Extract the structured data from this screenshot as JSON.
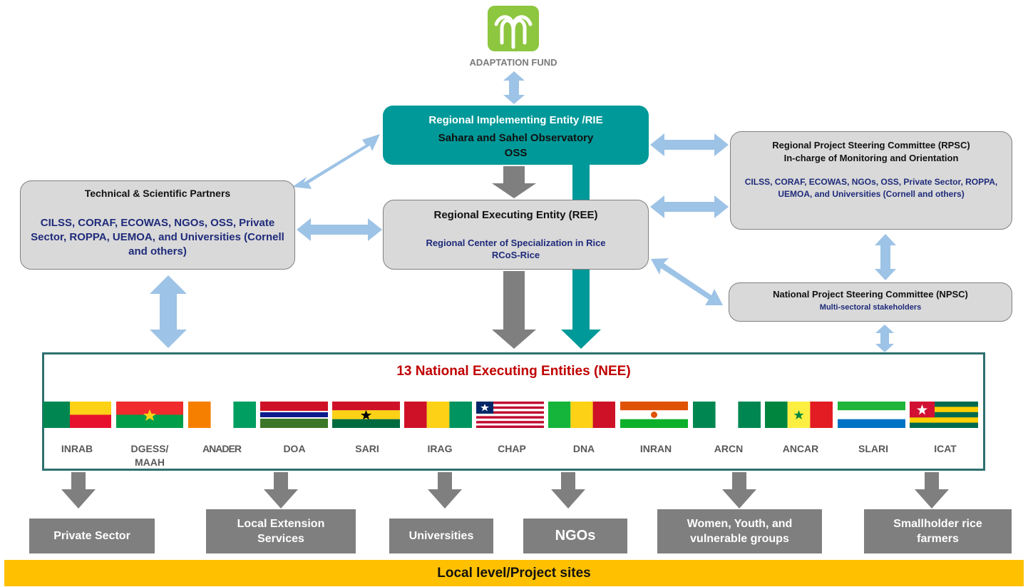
{
  "logo": {
    "caption": "ADAPTATION FUND",
    "icon": "sprout-icon",
    "color": "#8dc63f"
  },
  "rie": {
    "title": "Regional Implementing Entity /RIE",
    "line2": "Sahara and Sahel Observatory",
    "line3": "OSS"
  },
  "partners": {
    "title": "Technical & Scientific Partners",
    "members": "CILSS, CORAF, ECOWAS, NGOs, OSS, Private Sector, ROPPA, UEMOA, and Universities (Cornell and others)"
  },
  "ree": {
    "title": "Regional Executing Entity (REE)",
    "line2": "Regional Center of Specialization in Rice",
    "line3": "RCoS-Rice"
  },
  "rpsc": {
    "title": "Regional Project Steering Committee (RPSC)",
    "subtitle": "In-charge of Monitoring and Orientation",
    "members": "CILSS, CORAF, ECOWAS, NGOs, OSS, Private Sector, ROPPA, UEMOA, and Universities (Cornell and others)"
  },
  "npsc": {
    "title": "National Project Steering Committee (NPSC)",
    "subtitle": "Multi-sectoral stakeholders"
  },
  "nee": {
    "title": "13 National Executing Entities (NEE)",
    "entities": [
      {
        "label": "INRAB",
        "flag": "Benin"
      },
      {
        "label": "DGESS/\nMAAH",
        "flag": "Burkina Faso"
      },
      {
        "label": "ANADER",
        "flag": "Côte d'Ivoire"
      },
      {
        "label": "DOA",
        "flag": "The Gambia"
      },
      {
        "label": "SARI",
        "flag": "Ghana"
      },
      {
        "label": "IRAG",
        "flag": "Guinea"
      },
      {
        "label": "CHAP",
        "flag": "Liberia"
      },
      {
        "label": "DNA",
        "flag": "Mali"
      },
      {
        "label": "INRAN",
        "flag": "Niger"
      },
      {
        "label": "ARCN",
        "flag": "Nigeria"
      },
      {
        "label": "ANCAR",
        "flag": "Senegal"
      },
      {
        "label": "SLARI",
        "flag": "Sierra Leone"
      },
      {
        "label": "ICAT",
        "flag": "Togo"
      }
    ]
  },
  "beneficiaries": [
    "Private Sector",
    "Local Extension Services",
    "Universities",
    "NGOs",
    "Women, Youth, and vulnerable groups",
    "Smallholder rice farmers"
  ],
  "ground": "Local level/Project sites",
  "colors": {
    "rie_fill": "#009999",
    "box_fill": "#d9d9d9",
    "link_arrow": "#9dc3e6",
    "flow_arrow": "#7f7f7f",
    "nee_title": "#c00000",
    "member_text": "#1f2b7a",
    "ground_fill": "#ffc000"
  }
}
